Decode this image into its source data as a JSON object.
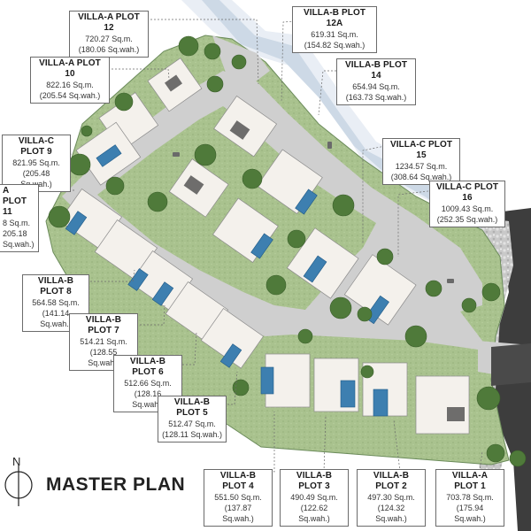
{
  "title": "MASTER PLAN",
  "north_label": "N",
  "plots": [
    {
      "id": "villa-a-plot-12",
      "name": "VILLA-A PLOT 12",
      "sqm": "720.27 Sq.m.",
      "wah": "(180.06 Sq.wah.)"
    },
    {
      "id": "villa-b-plot-12a",
      "name": "VILLA-B PLOT 12A",
      "sqm": "619.31 Sq.m.",
      "wah": "(154.82 Sq.wah.)"
    },
    {
      "id": "villa-a-plot-10",
      "name": "VILLA-A PLOT 10",
      "sqm": "822.16 Sq.m.",
      "wah": "(205.54 Sq.wah.)"
    },
    {
      "id": "villa-b-plot-14",
      "name": "VILLA-B PLOT 14",
      "sqm": "654.94 Sq.m.",
      "wah": "(163.73 Sq.wah.)"
    },
    {
      "id": "villa-c-plot-9",
      "name": "VILLA-C PLOT 9",
      "sqm": "821.95 Sq.m.",
      "wah": "(205.48 Sq.wah.)"
    },
    {
      "id": "villa-c-plot-15",
      "name": "VILLA-C PLOT 15",
      "sqm": "1234.57 Sq.m.",
      "wah": "(308.64 Sq.wah.)"
    },
    {
      "id": "plot-11",
      "name": "A PLOT 11",
      "sqm": "8 Sq.m.",
      "wah": "205.18 Sq.wah.)"
    },
    {
      "id": "villa-c-plot-16",
      "name": "VILLA-C PLOT 16",
      "sqm": "1009.43 Sq.m.",
      "wah": "(252.35 Sq.wah.)"
    },
    {
      "id": "villa-b-plot-8",
      "name": "VILLA-B PLOT 8",
      "sqm": "564.58 Sq.m.",
      "wah": "(141.14 Sq.wah.)"
    },
    {
      "id": "villa-b-plot-7",
      "name": "VILLA-B PLOT 7",
      "sqm": "514.21 Sq.m.",
      "wah": "(128.55 Sq.wah.)"
    },
    {
      "id": "villa-b-plot-6",
      "name": "VILLA-B PLOT 6",
      "sqm": "512.66 Sq.m.",
      "wah": "(128.16 Sq.wah.)"
    },
    {
      "id": "villa-b-plot-5",
      "name": "VILLA-B PLOT 5",
      "sqm": "512.47 Sq.m.",
      "wah": "(128.11 Sq.wah.)"
    },
    {
      "id": "villa-b-plot-4",
      "name": "VILLA-B PLOT 4",
      "sqm": "551.50 Sq.m.",
      "wah": "(137.87 Sq.wah.)"
    },
    {
      "id": "villa-b-plot-3",
      "name": "VILLA-B PLOT 3",
      "sqm": "490.49 Sq.m.",
      "wah": "(122.62 Sq.wah.)"
    },
    {
      "id": "villa-b-plot-2",
      "name": "VILLA-B PLOT 2",
      "sqm": "497.30 Sq.m.",
      "wah": "(124.32 Sq.wah.)"
    },
    {
      "id": "villa-a-plot-1",
      "name": "VILLA-A PLOT 1",
      "sqm": "703.78 Sq.m.",
      "wah": "(175.94 Sq.wah.)"
    }
  ]
}
